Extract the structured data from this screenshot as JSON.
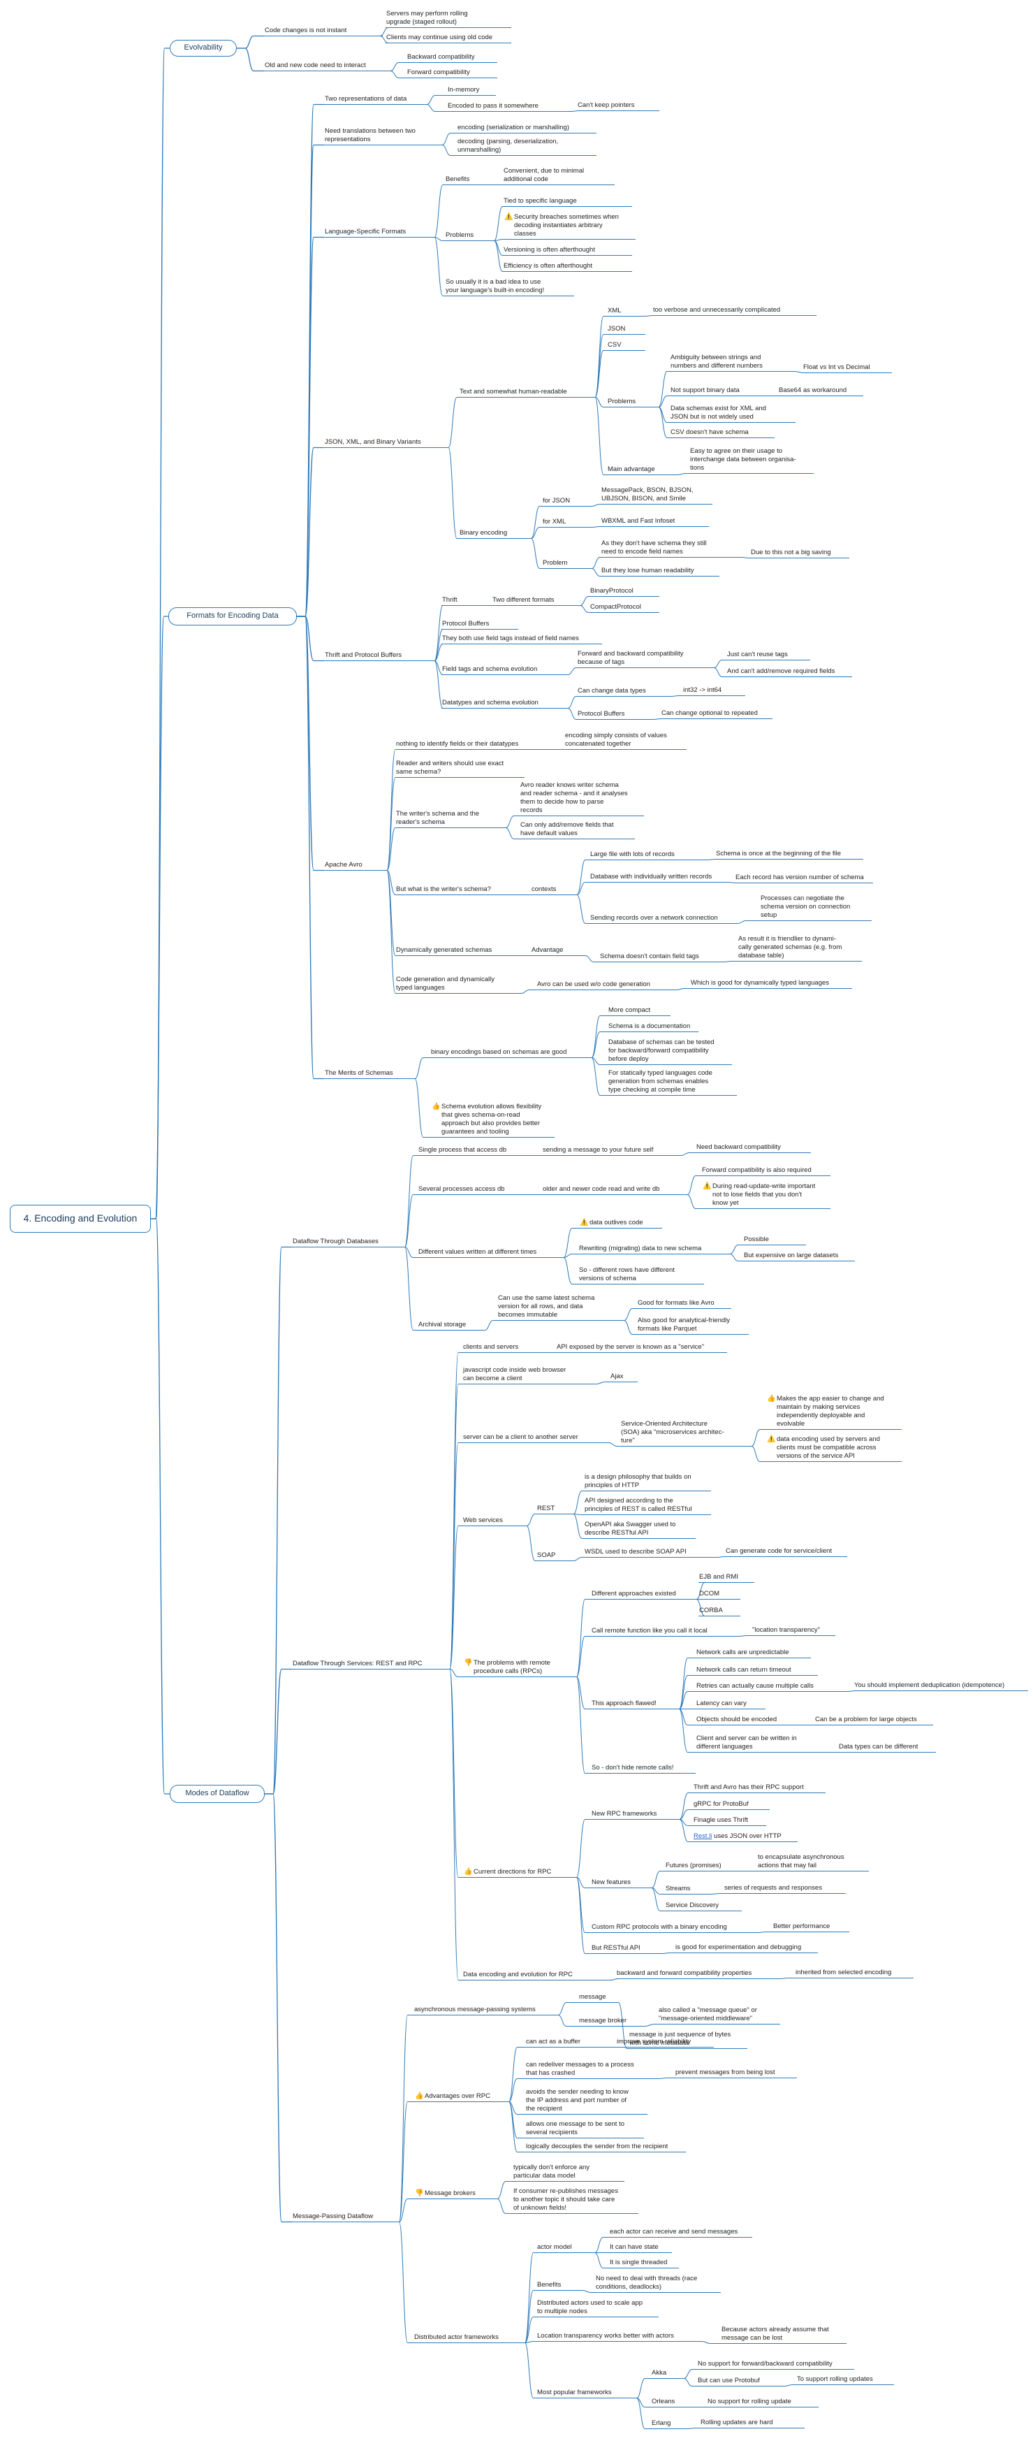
{
  "colors": {
    "line": "#2f7ab9",
    "text": "#222222",
    "link": "#2563c9"
  },
  "icons": {
    "warn": "⚠️",
    "thumb_up": "👍",
    "thumb_down": "👎"
  },
  "root": "4. Encoding and Evolution",
  "nodes": {
    "n1": "Evolvability",
    "n1a": "Code changes is not instant",
    "n1a1": "Servers may perform rolling\nupgrade (staged rollout)",
    "n1a2": "Clients may continue using old code",
    "n1b": "Old and new code need to interact",
    "n1b1": "Backward compatibility",
    "n1b2": "Forward compatibility",
    "n2": "Formats for Encoding Data",
    "n2a": "Two representations of data",
    "n2a1": "In-memory",
    "n2a2": "Encoded to pass it somewhere",
    "n2a2a": "Can't keep pointers",
    "n2b": "Need translations between two\nrepresentations",
    "n2b1": "encoding (serialization or marshalling)",
    "n2b2": "decoding (parsing, deserialization,\nunmarshalling)",
    "n2c": "Language-Specific Formats",
    "n2c1": "Benefits",
    "n2c1a": "Convenient, due to minimal\nadditional code",
    "n2c2": "Problems",
    "n2c2a": "Tied to specific language",
    "n2c2b": "Security breaches sometimes when\ndecoding instantiates arbitrary\nclasses",
    "n2c2c": "Versioning is often afterthought",
    "n2c2d": "Efficiency is often afterthought",
    "n2c3": "So usually it is a bad idea to use\nyour language's built-in encoding!",
    "n2d": "JSON, XML, and Binary Variants",
    "n2d1": "Text and somewhat human-readable",
    "n2d1a": "XML",
    "n2d1a1": "too verbose and unnecessarily complicated",
    "n2d1b": "JSON",
    "n2d1c": "CSV",
    "n2d1d": "Problems",
    "n2d1d1": "Ambiguity between strings and\nnumbers and different numbers",
    "n2d1d1a": "Float vs Int vs Decimal",
    "n2d1d2": "Not support binary data",
    "n2d1d2a": "Base64 as workaround",
    "n2d1d3": "Data schemas exist for XML and\nJSON but is not widely used",
    "n2d1d4": "CSV doesn't have schema",
    "n2d1e": "Main advantage",
    "n2d1e1": "Easy to agree on their usage to\ninterchange data between organisa-\ntions",
    "n2d2": "Binary encoding",
    "n2d2a": "for JSON",
    "n2d2a1": "MessagePack, BSON, BJSON,\nUBJSON, BISON, and Smile",
    "n2d2b": "for XML",
    "n2d2b1": "WBXML and Fast Infoset",
    "n2d2c": "Problem",
    "n2d2c1": "As they don't have schema they still\nneed to encode field names",
    "n2d2c1a": "Due to this not a big saving",
    "n2d2c2": "But they lose human readability",
    "n2e": "Thrift and Protocol Buffers",
    "n2e1": "Thrift",
    "n2e1a": "Two different formats",
    "n2e1a1": "BinaryProtocol",
    "n2e1a2": "CompactProtocol",
    "n2e2": "Protocol Buffers",
    "n2e3": "They both use field tags instead of field names",
    "n2e4": "Field tags and schema evolution",
    "n2e4a": "Forward and backward compatibility\nbecause of tags",
    "n2e4a1": "Just can't reuse tags",
    "n2e4a2": "And can't add/remove required fields",
    "n2e5": "Datatypes and schema evolution",
    "n2e5a": "Can change data types",
    "n2e5a1": "int32 -> int64",
    "n2e5b": "Protocol Buffers",
    "n2e5b1": "Can change optional to repeated",
    "n2f": "Apache Avro",
    "n2f1": "nothing to identify fields or their datatypes",
    "n2f1a": "encoding simply consists of values\nconcatenated together",
    "n2f2": "Reader and writers should use exact\nsame schema?",
    "n2f3": "The writer's schema and the\nreader's schema",
    "n2f3a": "Avro reader knows writer schema\nand reader schema - and it analyses\nthem to decide how to parse\nrecords",
    "n2f3b": "Can only add/remove fields that\nhave default values",
    "n2f4": "But what is the writer's schema?",
    "n2f4a": "contexts",
    "n2f4a1": "Large file with lots of records",
    "n2f4a1a": "Schema is once at the beginning of the file",
    "n2f4a2": "Database with individually written records",
    "n2f4a2a": "Each record has version number of schema",
    "n2f4a3": "Sending records over a network connection",
    "n2f4a3a": "Processes can negotiate the\nschema version on connection\nsetup",
    "n2f5": "Dynamically generated schemas",
    "n2f5a": "Advantage",
    "n2f5a1": "Schema doesn't contain field tags",
    "n2f5a1a": "As result it is friendlier to dynami-\ncally generated schemas (e.g. from\ndatabase table)",
    "n2f6": "Code generation and dynamically\ntyped languages",
    "n2f6a": "Avro can be used w/o code generation",
    "n2f6a1": "Which is good for dynamically typed languages",
    "n2g": "The Merits of Schemas",
    "n2g1": "binary encodings based on schemas are good",
    "n2g1a": "More compact",
    "n2g1b": "Schema is a documentation",
    "n2g1c": "Database of schemas can be tested\nfor backward/forward compatibility\nbefore deploy",
    "n2g1d": "For statically typed languages code\ngeneration from schemas enables\ntype checking at compile time",
    "n2g2": "Schema evolution allows flexibility\nthat gives schema-on-read\napproach but also provides better\nguarantees and tooling",
    "n3": "Modes of Dataflow",
    "n3a": "Dataflow Through Databases",
    "n3a1": "Single process that access db",
    "n3a1a": "sending a message to your future self",
    "n3a1a1": "Need backward compatibility",
    "n3a2": "Several processes access db",
    "n3a2a": "older and newer code read and write db",
    "n3a2a1": "Forward compatibility is also required",
    "n3a2a2": "During read-update-write important\nnot to lose fields that you don't\nknow yet",
    "n3a3": "Different values written at different times",
    "n3a3a": "data outlives code",
    "n3a3b": "Rewriting (migrating) data to new schema",
    "n3a3b1": "Possible",
    "n3a3b2": "But expensive on large datasets",
    "n3a3c": "So - different rows have different\nversions of schema",
    "n3a4": "Archival storage",
    "n3a4a": "Can use the same latest schema\nversion for all rows, and data\nbecomes immutable",
    "n3a4a1": "Good for formats like Avro",
    "n3a4a2": "Also good for analytical-friendly\nformats like Parquet",
    "n3b": "Dataflow Through Services: REST and RPC",
    "n3b1": "clients and servers",
    "n3b1a": "API exposed by the server is known as a \"service\"",
    "n3b2": "javascript code inside web browser\ncan become a client",
    "n3b2a": "Ajax",
    "n3b3": "server can be a client to another server",
    "n3b3a": "Service-Oriented Architecture\n(SOA) aka \"microservices architec-\nture\"",
    "n3b3a1": "Makes the app easier to change and\nmaintain by making services\nindependently deployable and\nevolvable",
    "n3b3a2": "data encoding used by servers and\nclients must be compatible across\nversions of the service API",
    "n3b4": "Web services",
    "n3b4a": "REST",
    "n3b4a1": "is a design philosophy that builds on\nprinciples of HTTP",
    "n3b4a2": "API designed according to the\nprinciples of REST is called RESTful",
    "n3b4a3": "OpenAPI aka Swagger used to\ndescribe RESTful API",
    "n3b4b": "SOAP",
    "n3b4b1": "WSDL used to describe SOAP API",
    "n3b4b1a": "Can generate code for service/client",
    "n3b5": "The problems with remote\nprocedure calls (RPCs)",
    "n3b5a": "Different approaches existed",
    "n3b5a1": "EJB and RMI",
    "n3b5a2": "DCOM",
    "n3b5a3": "CORBA",
    "n3b5b": "Call remote function like you call it local",
    "n3b5b1": "\"location transparency\"",
    "n3b5c": "This approach flawed!",
    "n3b5c1": "Network calls are unpredictable",
    "n3b5c2": "Network calls can return timeout",
    "n3b5c3": "Retries can actually cause multiple calls",
    "n3b5c3a": "You should implement deduplication (idempotence)",
    "n3b5c4": "Latency can vary",
    "n3b5c5": "Objects should be encoded",
    "n3b5c5a": "Can be a problem for large objects",
    "n3b5c6": "Client and server can be written in\ndifferent languages",
    "n3b5c6a": "Data types can be different",
    "n3b5d": "So - don't hide remote calls!",
    "n3b6": "Current directions for RPC",
    "n3b6a": "New RPC frameworks",
    "n3b6a1": "Thrift and Avro has their RPC support",
    "n3b6a2": "gRPC for ProtoBuf",
    "n3b6a3": "Finagle uses Thrift",
    "n3b6a4_link": "Rest.li",
    "n3b6a4_rest": " uses JSON over HTTP",
    "n3b6b": "New features",
    "n3b6b1": "Futures (promises)",
    "n3b6b1a": "to encapsulate asynchronous\nactions that may fail",
    "n3b6b2": "Streams",
    "n3b6b2a": "series of requests and responses",
    "n3b6b3": "Service Discovery",
    "n3b6c": "Custom RPC protocols with a binary encoding",
    "n3b6c1": "Better performance",
    "n3b6d": "But RESTful API",
    "n3b6d1": "is good for experimentation and debugging",
    "n3b7": "Data encoding and evolution for RPC",
    "n3b7a": "backward and forward compatibility properties",
    "n3b7a1": "inherited from selected encoding",
    "n3c": "Message-Passing Dataflow",
    "n3c1": "asynchronous message-passing systems",
    "n3c1a": "message",
    "n3c1a1": "message is just sequence of bytes\nwith some metadata",
    "n3c1b": "message broker",
    "n3c1b1": "also called a \"message queue\" or\n\"message-oriented middleware\"",
    "n3c2": "Advantages over RPC",
    "n3c2a": "can act as a buffer",
    "n3c2a1": "improve system reliability",
    "n3c2b": "can redeliver messages to a process\nthat has crashed",
    "n3c2b1": "prevent messages from being lost",
    "n3c2c": "avoids the sender needing to know\nthe IP address and port number of\nthe recipient",
    "n3c2d": "allows one message to be sent to\nseveral recipients",
    "n3c2e": "logically decouples the sender from the recipient",
    "n3c3": "Message brokers",
    "n3c3a": "typically don't enforce any\nparticular data model",
    "n3c3b": "If consumer re-publishes messages\nto another topic it should take care\nof unknown fields!",
    "n3c4": "Distributed actor frameworks",
    "n3c4a": "actor model",
    "n3c4a1": "each actor can receive and send messages",
    "n3c4a2": "It can have state",
    "n3c4a3": "It is single threaded",
    "n3c4b": "Benefits",
    "n3c4b1": "No need to deal with threads (race\nconditions, deadlocks)",
    "n3c4c": "Distributed actors used to scale app\nto multiple nodes",
    "n3c4d": "Location transparency works better with actors",
    "n3c4d1": "Because actors already assume that\nmessage can be lost",
    "n3c4e": "Most popular frameworks",
    "n3c4e1": "Akka",
    "n3c4e1a": "No support for forward/backward compatibility",
    "n3c4e1b": "But can use Protobuf",
    "n3c4e1b1": "To support rolling updates",
    "n3c4e2": "Orleans",
    "n3c4e2a": "No support for rolling update",
    "n3c4e3": "Erlang",
    "n3c4e3a": "Rolling updates are hard"
  }
}
